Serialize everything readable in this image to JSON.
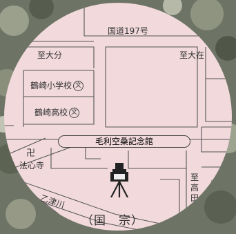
{
  "labels": {
    "route_197": "国道197号",
    "to_oita": "至大分",
    "to_oai": "至大在",
    "tsurusaki_elementary": "鶴崎小学校",
    "tsurusaki_high": "鶴崎高校",
    "school_mark": "文",
    "museum": "毛利空桑記念館",
    "temple_mark": "卍",
    "temple": "法心寺",
    "to_takada_1": "至",
    "to_takada_2": "高",
    "to_takada_3": "田",
    "river": "乙津川",
    "district": "（国　宗）"
  },
  "colors": {
    "map_fill": "#f1d9dc",
    "road_line": "#555555",
    "photo_dark": "#5a6152",
    "photo_light": "#a9ad9c"
  },
  "icons": [
    "temple-icon",
    "surveyor-tripod-icon",
    "school-icon"
  ]
}
